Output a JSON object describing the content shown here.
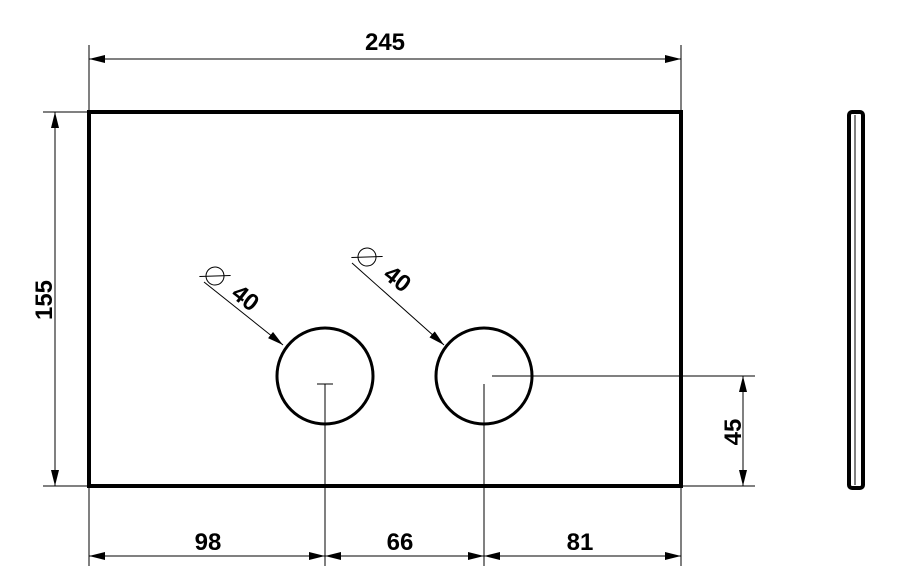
{
  "dimensions": {
    "width_total": "245",
    "height_total": "155",
    "left_offset": "98",
    "spacing": "66",
    "right_offset": "81",
    "button_height": "45",
    "button_left_diameter": "40",
    "button_right_diameter": "40"
  },
  "colors": {
    "line": "#000000",
    "background": "#ffffff"
  }
}
